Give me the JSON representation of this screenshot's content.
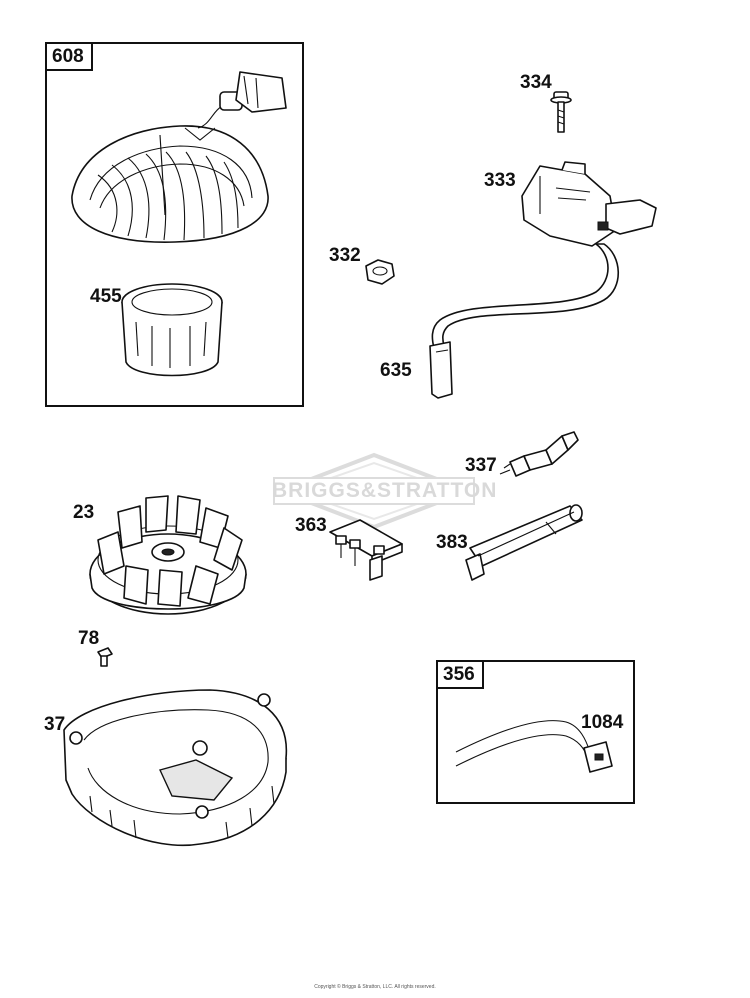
{
  "watermark": {
    "brand": "BRIGGS&STRATTON"
  },
  "copyright": "Copyright © Briggs & Stratton, LLC. All rights reserved.",
  "boxes": {
    "box_608": "608",
    "box_356": "356"
  },
  "labels": {
    "p455": "455",
    "p334": "334",
    "p333": "333",
    "p332": "332",
    "p635": "635",
    "p337": "337",
    "p23": "23",
    "p363": "363",
    "p383": "383",
    "p78": "78",
    "p37": "37",
    "p1084": "1084"
  }
}
